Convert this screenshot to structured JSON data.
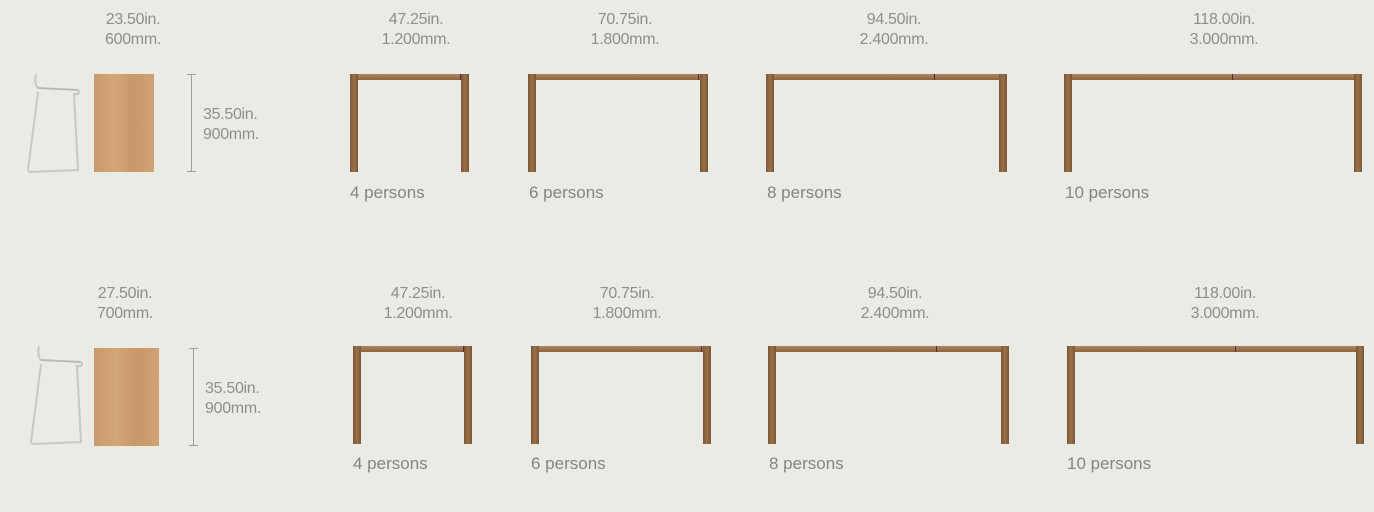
{
  "rows": [
    {
      "chair_width": {
        "in": "23.50in.",
        "mm": "600mm."
      },
      "height": {
        "in": "35.50in.",
        "mm": "900mm."
      },
      "tables": [
        {
          "in": "47.25in.",
          "mm": "1.200mm.",
          "persons": "4 persons"
        },
        {
          "in": "70.75in.",
          "mm": "1.800mm.",
          "persons": "6 persons"
        },
        {
          "in": "94.50in.",
          "mm": "2.400mm.",
          "persons": "8 persons"
        },
        {
          "in": "118.00in.",
          "mm": "3.000mm.",
          "persons": "10 persons"
        }
      ]
    },
    {
      "chair_width": {
        "in": "27.50in.",
        "mm": "700mm."
      },
      "height": {
        "in": "35.50in.",
        "mm": "900mm."
      },
      "tables": [
        {
          "in": "47.25in.",
          "mm": "1.200mm.",
          "persons": "4 persons"
        },
        {
          "in": "70.75in.",
          "mm": "1.800mm.",
          "persons": "6 persons"
        },
        {
          "in": "94.50in.",
          "mm": "2.400mm.",
          "persons": "8 persons"
        },
        {
          "in": "118.00in.",
          "mm": "3.000mm.",
          "persons": "10 persons"
        }
      ]
    }
  ],
  "colors": {
    "background": "#ebebe6",
    "wood_light": "#d3a677",
    "wood_dark": "#8c6440",
    "text": "#8e8e8a"
  }
}
